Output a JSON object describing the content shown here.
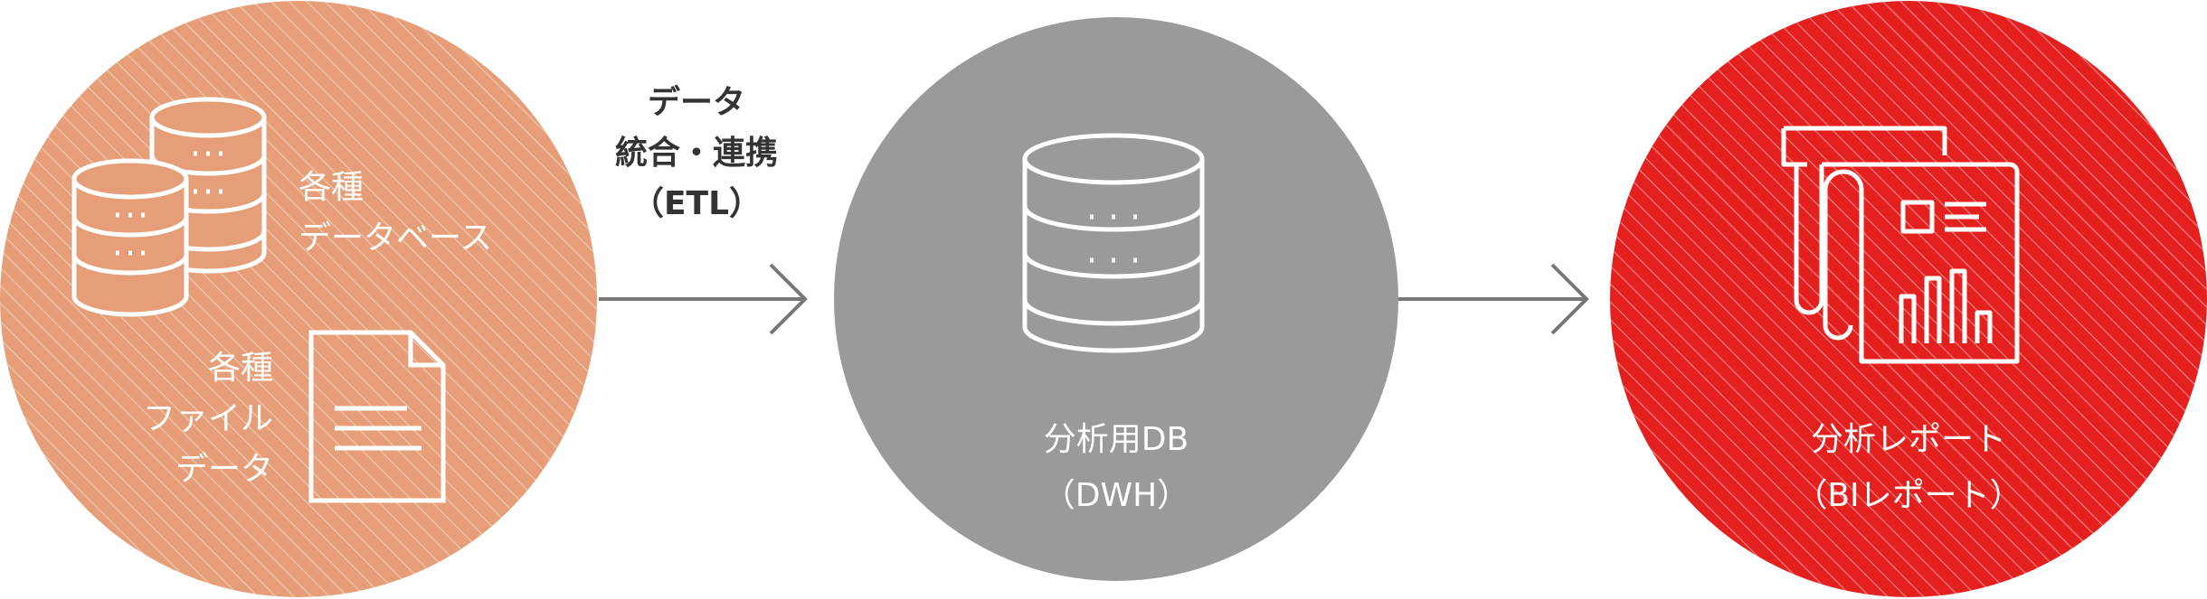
{
  "colors": {
    "source_fill": "#e59e77",
    "dwh_fill": "#9a9a9a",
    "report_fill": "#e4201f",
    "arrow": "#777777",
    "icon_stroke": "#ffffff",
    "etl_text": "#333333"
  },
  "sources": {
    "databases": {
      "line1": "各種",
      "line2": "データベース"
    },
    "files": {
      "line1": "各種",
      "line2": "ファイル",
      "line3": "データ"
    }
  },
  "etl": {
    "line1": "データ",
    "line2": "統合・連携",
    "line3": "（ETL）"
  },
  "dwh": {
    "line1": "分析用DB",
    "line2": "（DWH）"
  },
  "report": {
    "line1": "分析レポート",
    "line2": "（BIレポート）"
  }
}
